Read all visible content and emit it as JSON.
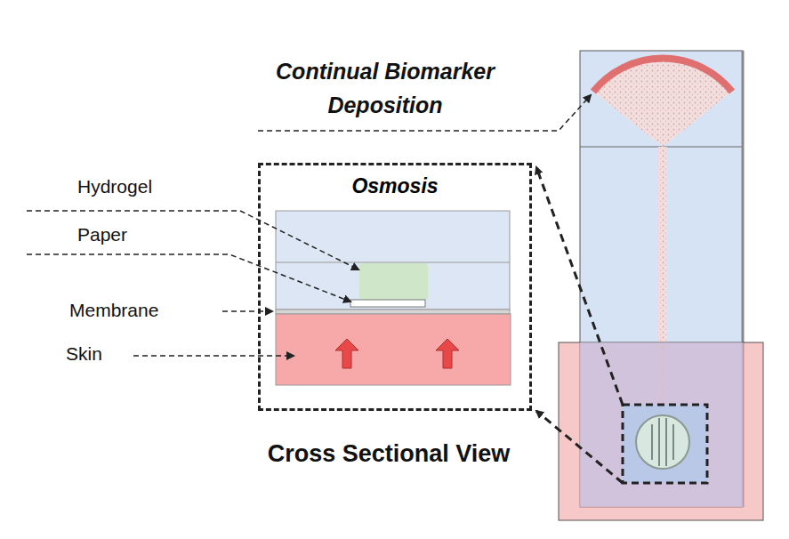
{
  "diagram": {
    "nodes": [
      {
        "text": [
          "Osmosis"
        ]
      }
    ],
    "labels": [
      "Continual Biomarker Deposition",
      "Hydrogel",
      "Paper",
      "Membrane",
      "Skin",
      "Cross Sectional View"
    ]
  }
}
